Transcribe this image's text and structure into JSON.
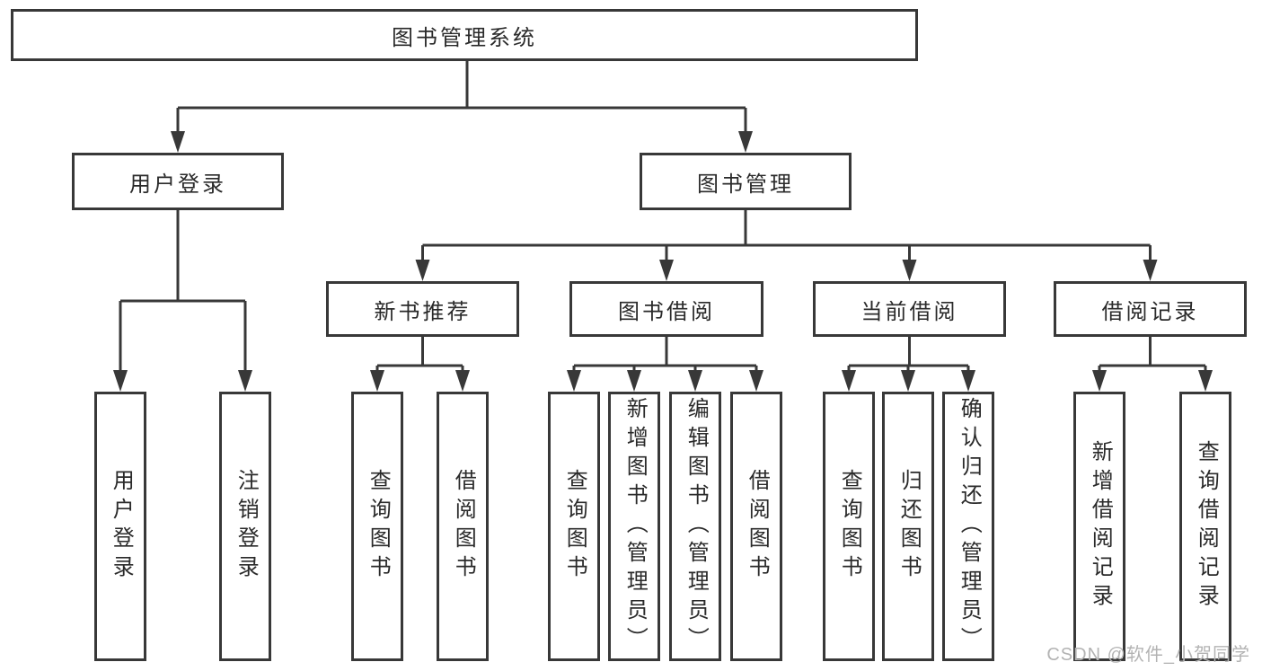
{
  "tree": {
    "root": "图书管理系统",
    "user_login": {
      "label": "用户登录",
      "children": [
        "用户登录",
        "注销登录"
      ]
    },
    "book_mgmt": {
      "label": "图书管理",
      "sections": [
        {
          "label": "新书推荐",
          "children": [
            "查询图书",
            "借阅图书"
          ]
        },
        {
          "label": "图书借阅",
          "children": [
            "查询图书",
            "新增图书（管理员）",
            "编辑图书（管理员）",
            "借阅图书"
          ]
        },
        {
          "label": "当前借阅",
          "children": [
            "查询图书",
            "归还图书",
            "确认归还（管理员）"
          ]
        },
        {
          "label": "借阅记录",
          "children": [
            "新增借阅记录",
            "查询借阅记录"
          ]
        }
      ]
    }
  },
  "watermark": "CSDN @软件_小贺同学",
  "colors": {
    "line": "#383838",
    "text": "#2a2a2a",
    "watermark": "#b3b3b3",
    "background": "#ffffff"
  }
}
